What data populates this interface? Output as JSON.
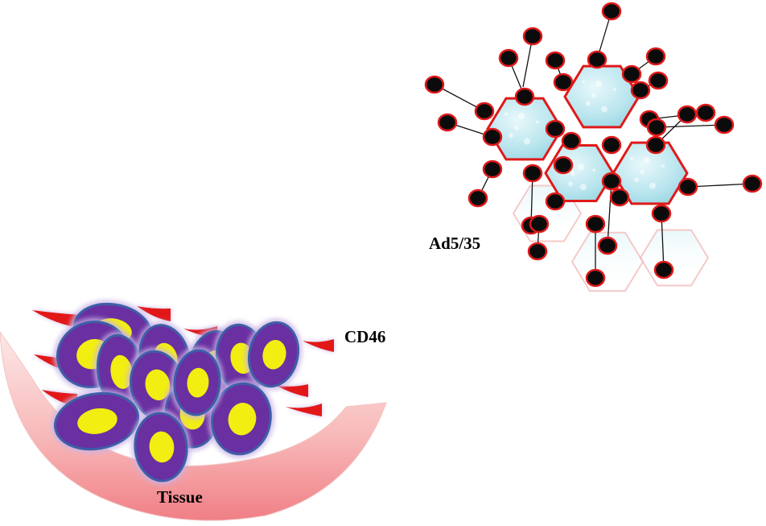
{
  "labels": {
    "virus": "Ad5/35",
    "receptor": "CD46",
    "tissue": "Tissue"
  },
  "colors": {
    "tissue_fill": "#f6a9a9",
    "cell_body": "#6a2fa0",
    "cell_edge": "#3d5fa8",
    "nucleus": "#f2ee12",
    "receptor": "#e21818",
    "capsid_fill": "#b7e3ec",
    "capsid_edge": "#e01a1a",
    "fiber_knob": "#0b0b0b"
  },
  "icons": {
    "virus": "adenovirus-capsid-icon",
    "cell": "cell-icon",
    "receptor": "cd46-receptor-icon"
  }
}
